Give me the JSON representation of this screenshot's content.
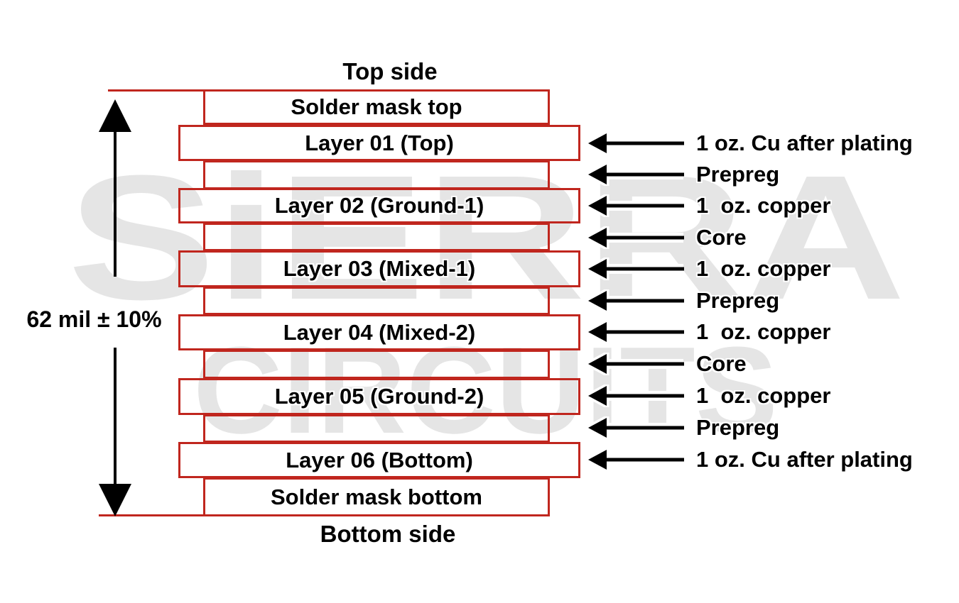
{
  "titles": {
    "top": "Top side",
    "bottom": "Bottom side"
  },
  "dimension_label": "62 mil ± 10%",
  "watermark": {
    "line1": "SiERRA",
    "line2": "CIRCUITS"
  },
  "colors": {
    "outline_red": "#c0261e",
    "text_black": "#000000",
    "watermark_gray": "#e5e5e5",
    "background": "#ffffff"
  },
  "stack": {
    "solder_mask_top": "Solder mask top",
    "copper_layers": [
      "Layer 01 (Top)",
      "Layer 02 (Ground-1)",
      "Layer 03 (Mixed-1)",
      "Layer 04 (Mixed-2)",
      "Layer 05 (Ground-2)",
      "Layer 06 (Bottom)"
    ],
    "solder_mask_bottom": "Solder mask bottom"
  },
  "annotations": [
    {
      "label": "1 oz. Cu after plating"
    },
    {
      "label": "Prepreg"
    },
    {
      "label": "1  oz. copper"
    },
    {
      "label": "Core"
    },
    {
      "label": "1  oz. copper"
    },
    {
      "label": "Prepreg"
    },
    {
      "label": "1  oz. copper"
    },
    {
      "label": "Core"
    },
    {
      "label": "1  oz. copper"
    },
    {
      "label": "Prepreg"
    },
    {
      "label": "1 oz. Cu after plating"
    }
  ]
}
